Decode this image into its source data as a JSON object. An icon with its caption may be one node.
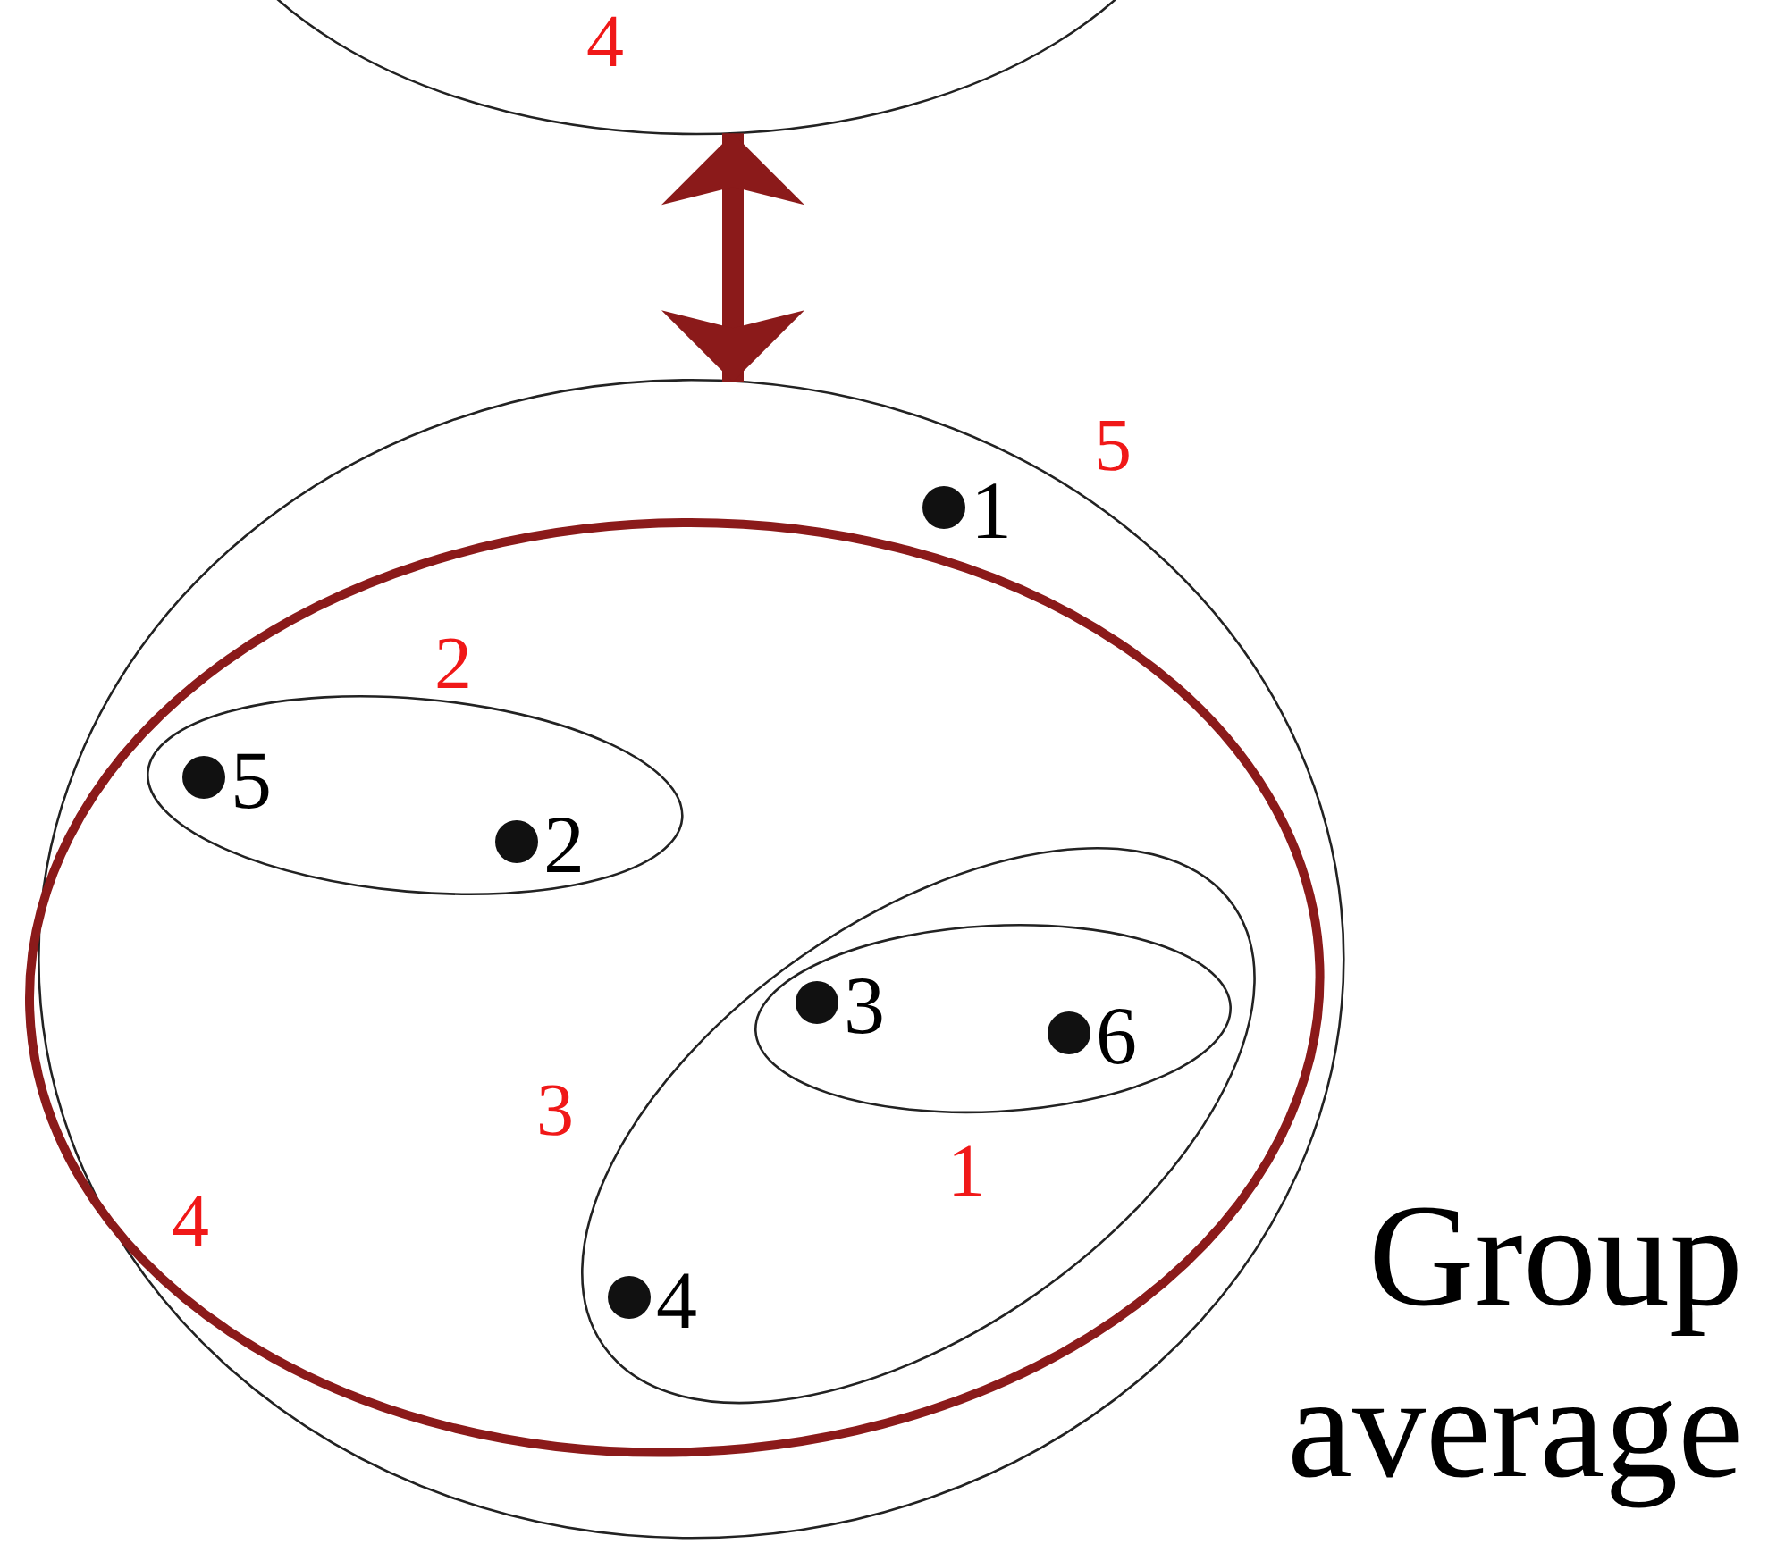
{
  "diagram": {
    "nodes": [
      {
        "text": [
          "4"
        ]
      },
      {
        "text": [
          "5"
        ]
      },
      {
        "text": [],
        "shape": "circle",
        "beside": [
          "1"
        ],
        "in": 1
      },
      {
        "text": [
          "4"
        ],
        "in": 1
      },
      {
        "text": [
          "2"
        ],
        "in": 3
      },
      {
        "text": [],
        "shape": "circle",
        "beside": [
          "5"
        ],
        "in": 4
      },
      {
        "text": [],
        "shape": "circle",
        "beside": [
          "2"
        ],
        "in": 4
      },
      {
        "text": [
          "3"
        ],
        "in": 3
      },
      {
        "text": [
          "1"
        ],
        "in": 7
      },
      {
        "text": [],
        "shape": "circle",
        "beside": [
          "3"
        ],
        "in": 8
      },
      {
        "text": [],
        "shape": "circle",
        "beside": [
          "6"
        ],
        "in": 8
      },
      {
        "text": [],
        "shape": "circle",
        "beside": [
          "4"
        ],
        "in": 7
      }
    ],
    "edges": [
      {
        "from": 0,
        "to": 1,
        "arrow": "both",
        "color": "#8b1a1a"
      }
    ],
    "labels": [
      "Group average"
    ]
  }
}
